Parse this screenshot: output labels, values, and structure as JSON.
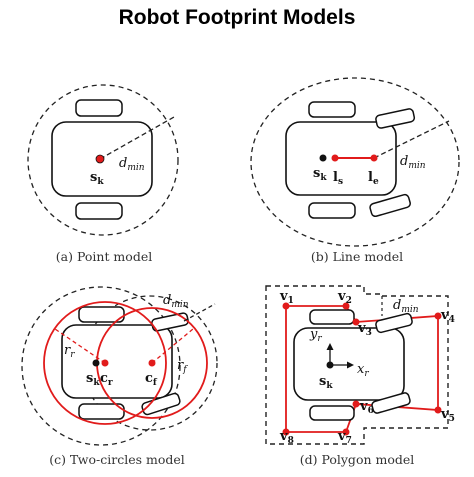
{
  "title": "Robot Footprint Models",
  "colors": {
    "accent": "#e11b1b",
    "ink": "#111111",
    "dashed": "#222222"
  },
  "panels": {
    "point": {
      "caption": "(a) Point model",
      "center_label": {
        "base": "s",
        "sub": "k"
      },
      "dist_label": {
        "base": "d",
        "sub": "min"
      }
    },
    "line": {
      "caption": "(b) Line model",
      "center_label": {
        "base": "s",
        "sub": "k"
      },
      "start_label": {
        "base": "l",
        "sub": "s"
      },
      "end_label": {
        "base": "l",
        "sub": "e"
      },
      "dist_label": {
        "base": "d",
        "sub": "min"
      }
    },
    "twocircles": {
      "caption": "(c) Two-circles model",
      "center_label": {
        "base": "s",
        "sub": "k"
      },
      "rear_center_label": {
        "base": "c",
        "sub": "r"
      },
      "front_center_label": {
        "base": "c",
        "sub": "f"
      },
      "rear_radius_label": {
        "base": "r",
        "sub": "r"
      },
      "front_radius_label": {
        "base": "r",
        "sub": "f"
      },
      "dist_label": {
        "base": "d",
        "sub": "min"
      }
    },
    "polygon": {
      "caption": "(d) Polygon model",
      "center_label": {
        "base": "s",
        "sub": "k"
      },
      "x_axis_label": {
        "base": "x",
        "sub": "r"
      },
      "y_axis_label": {
        "base": "y",
        "sub": "r"
      },
      "dist_label": {
        "base": "d",
        "sub": "min"
      },
      "vertices": [
        {
          "base": "v",
          "sub": "1"
        },
        {
          "base": "v",
          "sub": "2"
        },
        {
          "base": "v",
          "sub": "3"
        },
        {
          "base": "v",
          "sub": "4"
        },
        {
          "base": "v",
          "sub": "5"
        },
        {
          "base": "v",
          "sub": "6"
        },
        {
          "base": "v",
          "sub": "7"
        },
        {
          "base": "v",
          "sub": "8"
        }
      ]
    }
  }
}
